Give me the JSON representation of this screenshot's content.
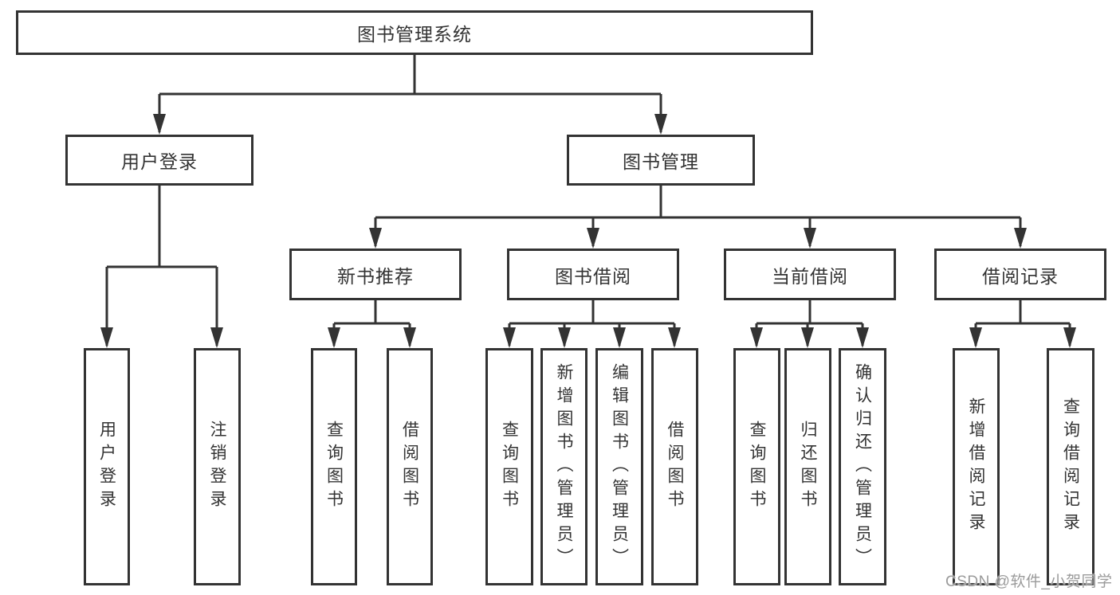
{
  "colors": {
    "line": "#333333",
    "box_border": "#333333",
    "text": "#333333",
    "watermark_text": "#9b9b9b",
    "background": "#ffffff"
  },
  "watermark": "CSDN @软件_小贺同学",
  "tree": {
    "label": "图书管理系统",
    "children": [
      {
        "label": "用户登录",
        "children": [
          {
            "label": "用户登录"
          },
          {
            "label": "注销登录"
          }
        ]
      },
      {
        "label": "图书管理",
        "children": [
          {
            "label": "新书推荐",
            "children": [
              {
                "label": "查询图书"
              },
              {
                "label": "借阅图书"
              }
            ]
          },
          {
            "label": "图书借阅",
            "children": [
              {
                "label": "查询图书"
              },
              {
                "label": "新增图书（管理员）"
              },
              {
                "label": "编辑图书（管理员）"
              },
              {
                "label": "借阅图书"
              }
            ]
          },
          {
            "label": "当前借阅",
            "children": [
              {
                "label": "查询图书"
              },
              {
                "label": "归还图书"
              },
              {
                "label": "确认归还（管理员）"
              }
            ]
          },
          {
            "label": "借阅记录",
            "children": [
              {
                "label": "新增借阅记录"
              },
              {
                "label": "查询借阅记录"
              }
            ]
          }
        ]
      }
    ]
  }
}
